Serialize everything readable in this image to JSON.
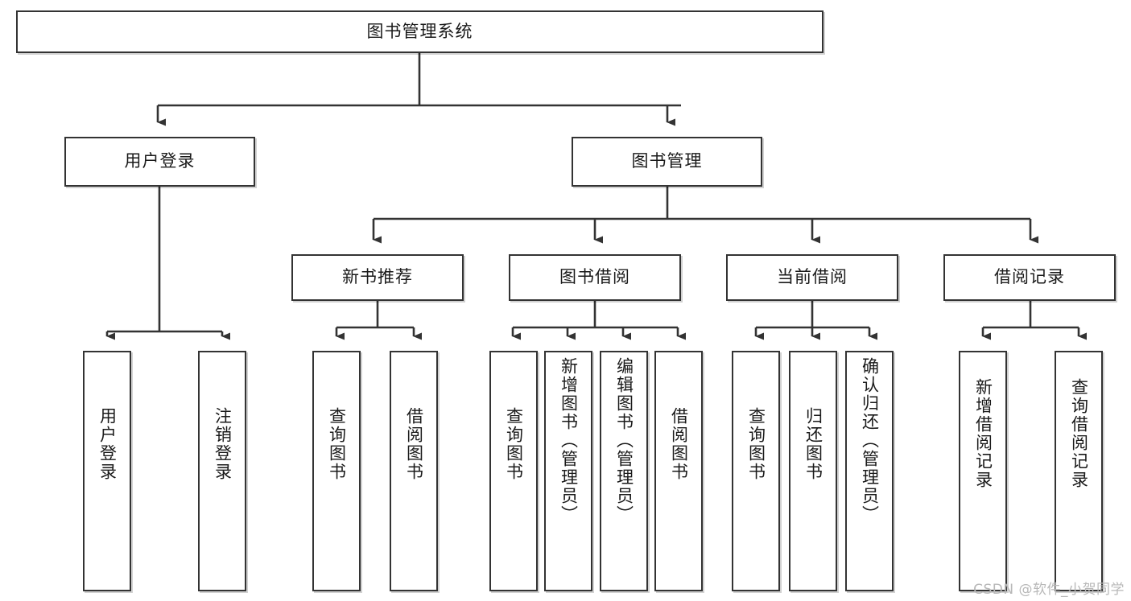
{
  "diagram": {
    "type": "tree-hierarchy",
    "title": "图书管理系统",
    "watermark": "CSDN @软件_小贺同学",
    "colors": {
      "box_border": "#333333",
      "box_fill": "#ffffff",
      "connector": "#333333",
      "text": "#1a1a1a",
      "watermark": "#b8b8b8",
      "page_background": "#ffffff"
    },
    "nodes": {
      "root": {
        "label": "图书管理系统",
        "orientation": "horizontal"
      },
      "level2": [
        {
          "id": "user-login",
          "label": "用户登录",
          "orientation": "horizontal"
        },
        {
          "id": "book-manage",
          "label": "图书管理",
          "orientation": "horizontal"
        }
      ],
      "level3": [
        {
          "id": "new-book-recommend",
          "label": "新书推荐",
          "orientation": "horizontal"
        },
        {
          "id": "book-borrow",
          "label": "图书借阅",
          "orientation": "horizontal"
        },
        {
          "id": "current-borrow",
          "label": "当前借阅",
          "orientation": "horizontal"
        },
        {
          "id": "borrow-record",
          "label": "借阅记录",
          "orientation": "horizontal"
        }
      ],
      "leaves": [
        {
          "id": "leaf-user-login",
          "label": "用户登录",
          "parent": "user-login",
          "orientation": "vertical"
        },
        {
          "id": "leaf-user-logout",
          "label": "注销登录",
          "parent": "user-login",
          "orientation": "vertical"
        },
        {
          "id": "leaf-query-book-1",
          "label": "查询图书",
          "parent": "new-book-recommend",
          "orientation": "vertical"
        },
        {
          "id": "leaf-borrow-book-1",
          "label": "借阅图书",
          "parent": "new-book-recommend",
          "orientation": "vertical"
        },
        {
          "id": "leaf-query-book-2",
          "label": "查询图书",
          "parent": "book-borrow",
          "orientation": "vertical"
        },
        {
          "id": "leaf-add-book",
          "label": "新增图书（管理员）",
          "parent": "book-borrow",
          "orientation": "vertical"
        },
        {
          "id": "leaf-edit-book",
          "label": "编辑图书（管理员）",
          "parent": "book-borrow",
          "orientation": "vertical"
        },
        {
          "id": "leaf-borrow-book-2",
          "label": "借阅图书",
          "parent": "book-borrow",
          "orientation": "vertical"
        },
        {
          "id": "leaf-query-book-3",
          "label": "查询图书",
          "parent": "current-borrow",
          "orientation": "vertical"
        },
        {
          "id": "leaf-return-book",
          "label": "归还图书",
          "parent": "current-borrow",
          "orientation": "vertical"
        },
        {
          "id": "leaf-confirm-return",
          "label": "确认归还（管理员）",
          "parent": "current-borrow",
          "orientation": "vertical"
        },
        {
          "id": "leaf-add-record",
          "label": "新增借阅记录",
          "parent": "borrow-record",
          "orientation": "vertical"
        },
        {
          "id": "leaf-query-record",
          "label": "查询借阅记录",
          "parent": "borrow-record",
          "orientation": "vertical"
        }
      ]
    }
  }
}
